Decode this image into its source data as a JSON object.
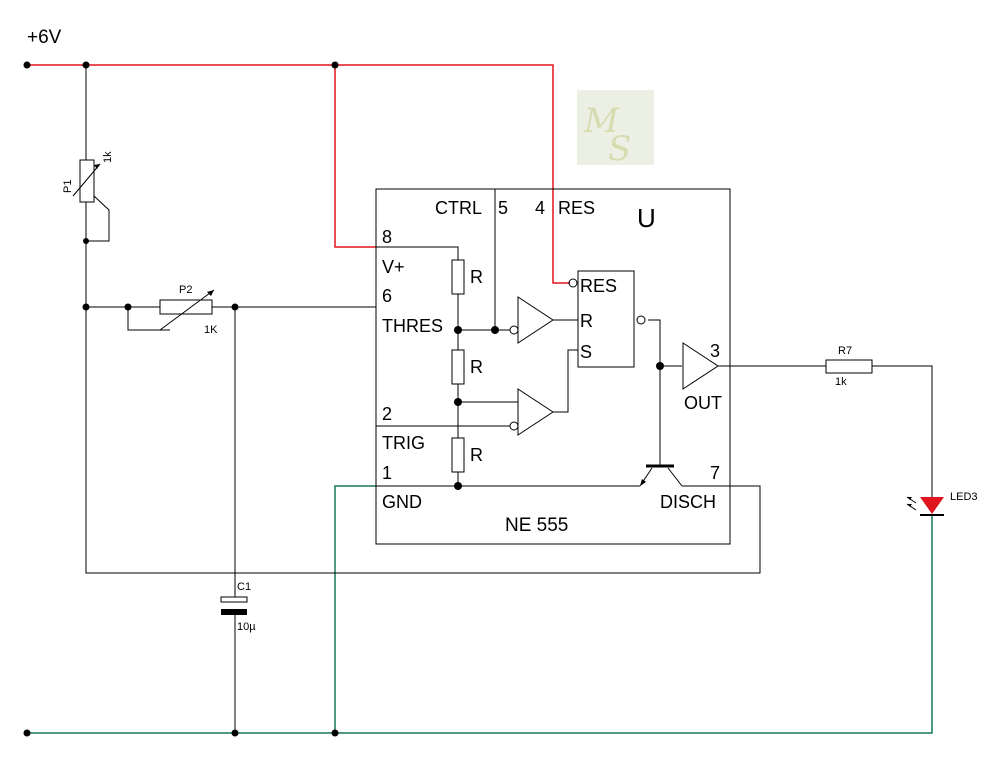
{
  "supply": {
    "label": "+6V"
  },
  "chip": {
    "title": "NE 555",
    "unit_letter": "U",
    "pins": {
      "p8": "8",
      "p5": "5",
      "p4": "4",
      "p6": "6",
      "p2": "2",
      "p1": "1",
      "p3": "3",
      "p7": "7"
    },
    "pin_names": {
      "ctrl": "CTRL",
      "res": "RES",
      "vplus": "V+",
      "thres": "THRES",
      "trig": "TRIG",
      "gnd": "GND",
      "out": "OUT",
      "disch": "DISCH"
    },
    "divider_label": "R",
    "flipflop": {
      "res": "RES",
      "r": "R",
      "s": "S"
    }
  },
  "components": {
    "p1": {
      "name": "P1",
      "value": "1k"
    },
    "p2": {
      "name": "P2",
      "value": "1K"
    },
    "c1": {
      "name": "C1",
      "value": "10µ"
    },
    "r7": {
      "name": "R7",
      "value": "1k"
    },
    "led3": {
      "name": "LED3"
    }
  },
  "colors": {
    "supply_wire": "#e0141e",
    "ground_wire": "#16785a",
    "led": "#e0141e"
  }
}
